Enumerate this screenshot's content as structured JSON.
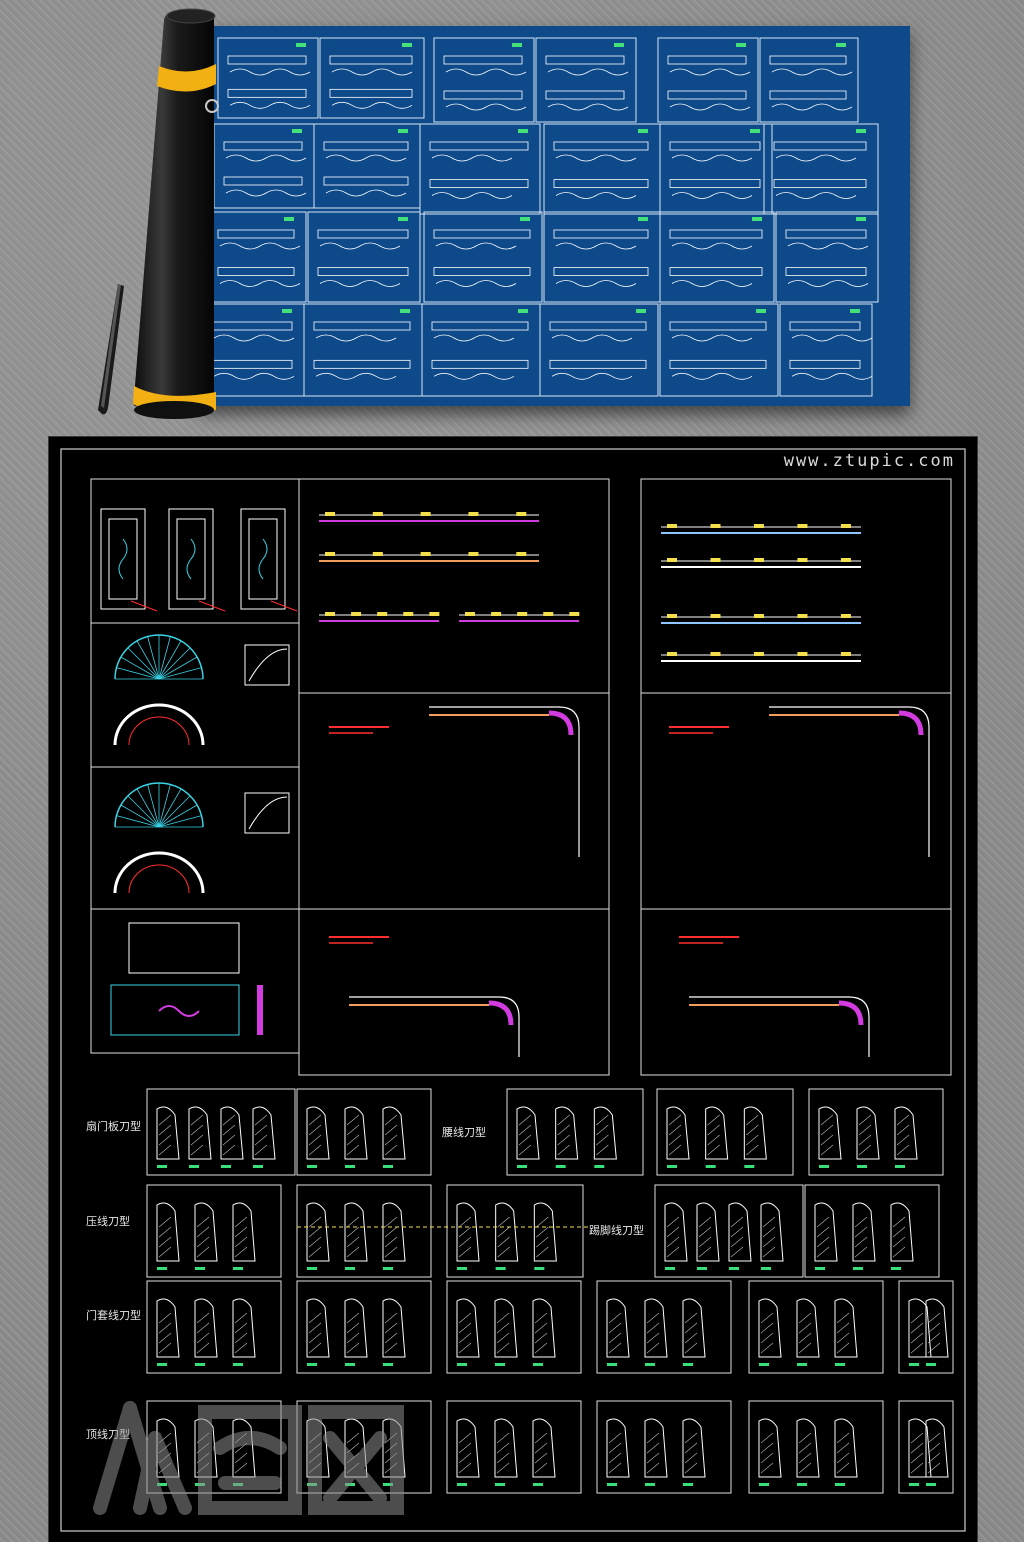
{
  "watermark": "www.ztupic.com",
  "logo_text": "众图网",
  "row_labels": [
    "扇门板刀型",
    "压线刀型",
    "门套线刀型",
    "顶线刀型"
  ],
  "side_labels": [
    "腰线刀型",
    "踢脚线刀型"
  ],
  "colors": {
    "background": "#8d8d8d",
    "blueprint": "#0e4a8a",
    "blueprint_line": "#ffffff",
    "cad_bg": "#000000",
    "cad_line": "#ffffff",
    "accent_magenta": "#d23be0",
    "accent_cyan": "#39d3e6",
    "accent_yellow": "#f4e04a",
    "accent_red": "#ff2d2d",
    "accent_orange": "#f29c5b",
    "roll_band": "#f2b012"
  },
  "icons": [
    "paper-roll-icon",
    "pen-icon",
    "logo-icon"
  ]
}
